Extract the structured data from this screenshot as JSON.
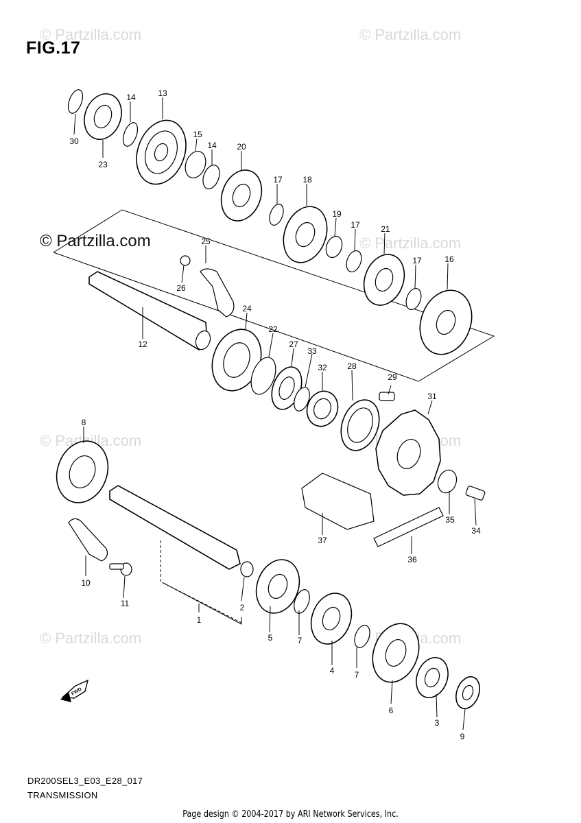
{
  "figure_title": "FIG.17",
  "watermark": "© Partzilla.com",
  "watermarks": {
    "main": "© Partzilla.com",
    "faint": "© Partzilla.com"
  },
  "model_code": "DR200SEL3_E03_E28_017",
  "diagram_name": "TRANSMISSION",
  "footer_credit": "Page design © 2004-2017 by ARI Network Services, Inc.",
  "fwd_label": "FWD",
  "callouts": [
    "30",
    "23",
    "14",
    "13",
    "15",
    "14",
    "20",
    "17",
    "18",
    "19",
    "17",
    "21",
    "17",
    "16",
    "25",
    "26",
    "24",
    "12",
    "22",
    "27",
    "33",
    "32",
    "28",
    "29",
    "31",
    "8",
    "35",
    "34",
    "37",
    "36",
    "10",
    "11",
    "1",
    "2",
    "5",
    "7",
    "4",
    "7",
    "6",
    "3",
    "9"
  ]
}
